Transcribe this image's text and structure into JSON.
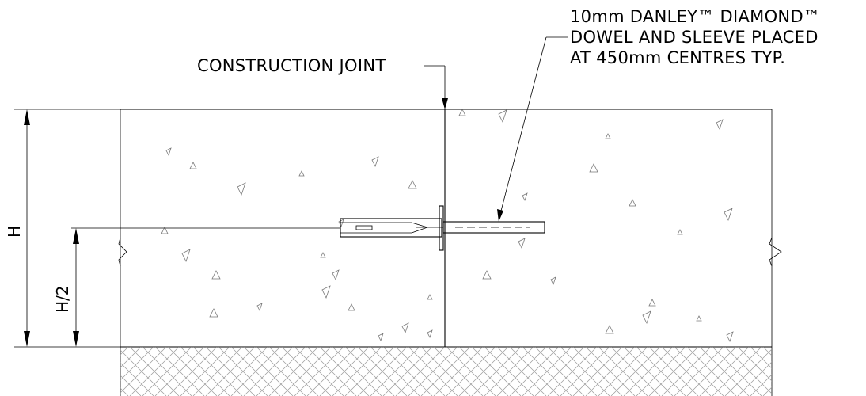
{
  "labels": {
    "construction_joint": "CONSTRUCTION JOINT",
    "dowel_line1": "10mm DANLEY™ DIAMOND™",
    "dowel_line2": "DOWEL AND SLEEVE PLACED",
    "dowel_line3": "AT 450mm CENTRES TYP.",
    "dim_full": "H",
    "dim_half": "H/2"
  },
  "colors": {
    "line": "#000000",
    "aggregate": "#777777",
    "hatch": "#9a9a9a"
  }
}
